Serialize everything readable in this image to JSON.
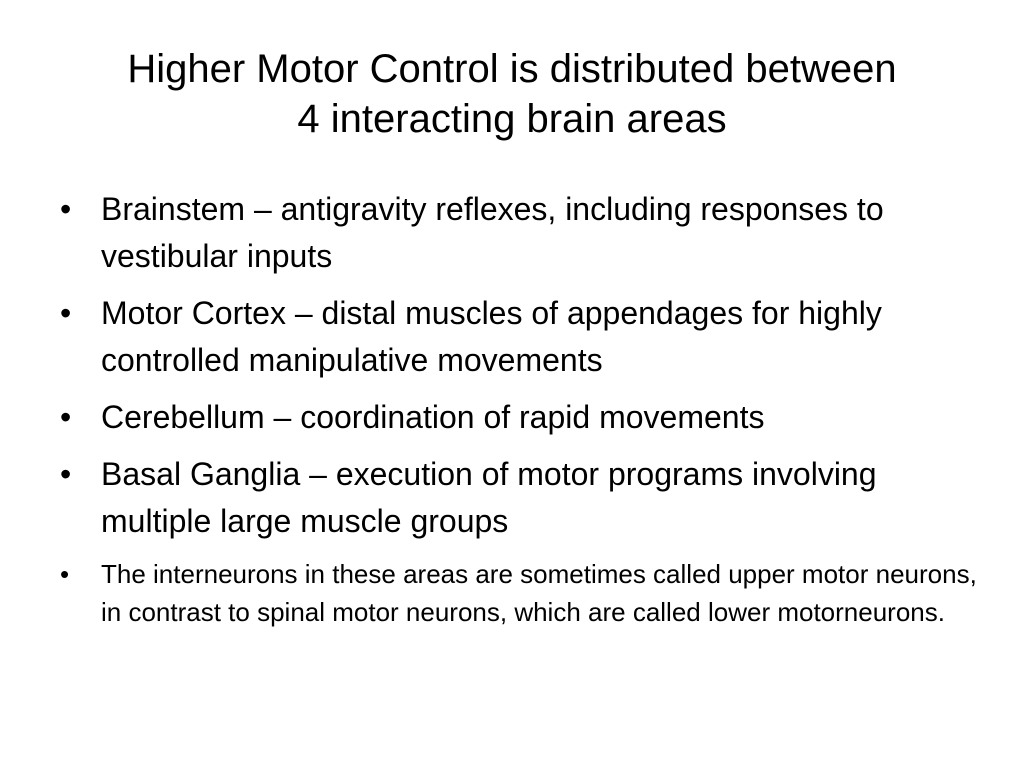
{
  "slide": {
    "title_lines": [
      "Higher Motor Control is distributed between",
      "4 interacting brain areas"
    ],
    "bullet_char": "•",
    "bullets": [
      "Brainstem – antigravity reflexes, including responses to vestibular inputs",
      "Motor Cortex – distal muscles of appendages for highly controlled manipulative movements",
      "Cerebellum – coordination of rapid movements",
      "Basal Ganglia –  execution of motor programs involving multiple large muscle groups",
      "The interneurons in these areas are sometimes called upper motor neurons, in contrast to spinal motor neurons, which are called lower motorneurons."
    ]
  }
}
